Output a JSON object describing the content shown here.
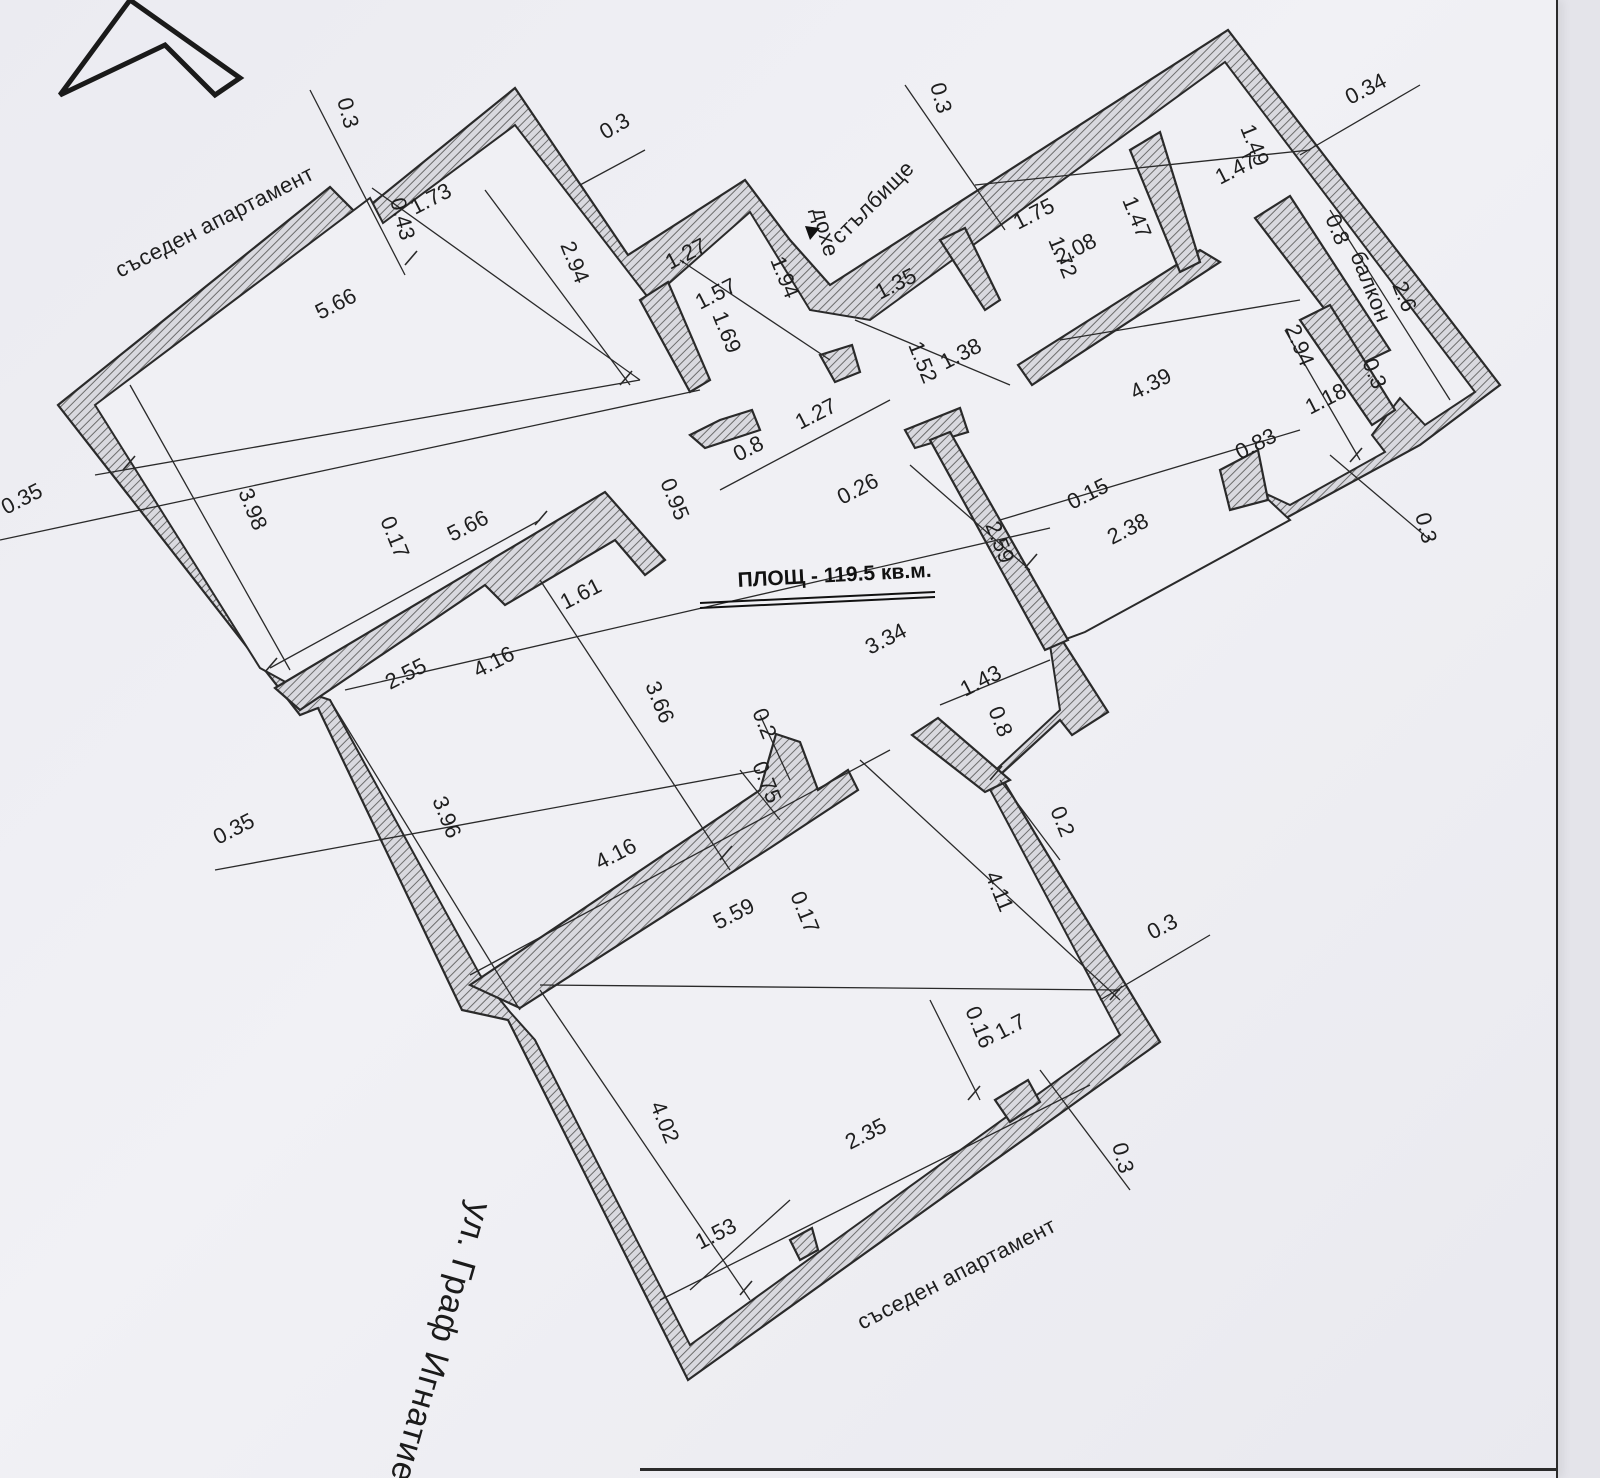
{
  "plan": {
    "area_label": "ПЛОЩ - 119.5 кв.м.",
    "street_label": "ул. Граф Игнатиев",
    "labels": {
      "neighbor_top": "съседен апартамент",
      "neighbor_bottom": "съседен апартамент",
      "staircase": "стълбище",
      "hall": "дохе",
      "balcony": "балкон"
    },
    "dimensions": [
      "0.3",
      "0.3",
      "0.43",
      "1.73",
      "2.94",
      "5.66",
      "1.27",
      "1.57",
      "1.94",
      "1.69",
      "0.3",
      "1.75",
      "1.47",
      "1.72",
      "2.08",
      "0.34",
      "1.49",
      "1.47",
      "0.8",
      "2.6",
      "1.35",
      "1.52",
      "1.38",
      "2.94",
      "4.39",
      "0.3",
      "1.18",
      "0.83",
      "0.8",
      "1.27",
      "0.26",
      "0.15",
      "2.38",
      "0.3",
      "0.35",
      "3.98",
      "0.17",
      "5.66",
      "0.95",
      "1.61",
      "2.59",
      "3.34",
      "2.55",
      "4.16",
      "3.66",
      "1.43",
      "0.8",
      "0.2",
      "0.75",
      "0.35",
      "3.96",
      "4.16",
      "0.2",
      "5.59",
      "0.17",
      "4.11",
      "0.3",
      "0.16",
      "1.7",
      "4.02",
      "2.35",
      "1.53",
      "0.3"
    ]
  },
  "colors": {
    "paper": "#eeeef3",
    "ink": "#222222",
    "hatch": "#6d6d6d"
  }
}
